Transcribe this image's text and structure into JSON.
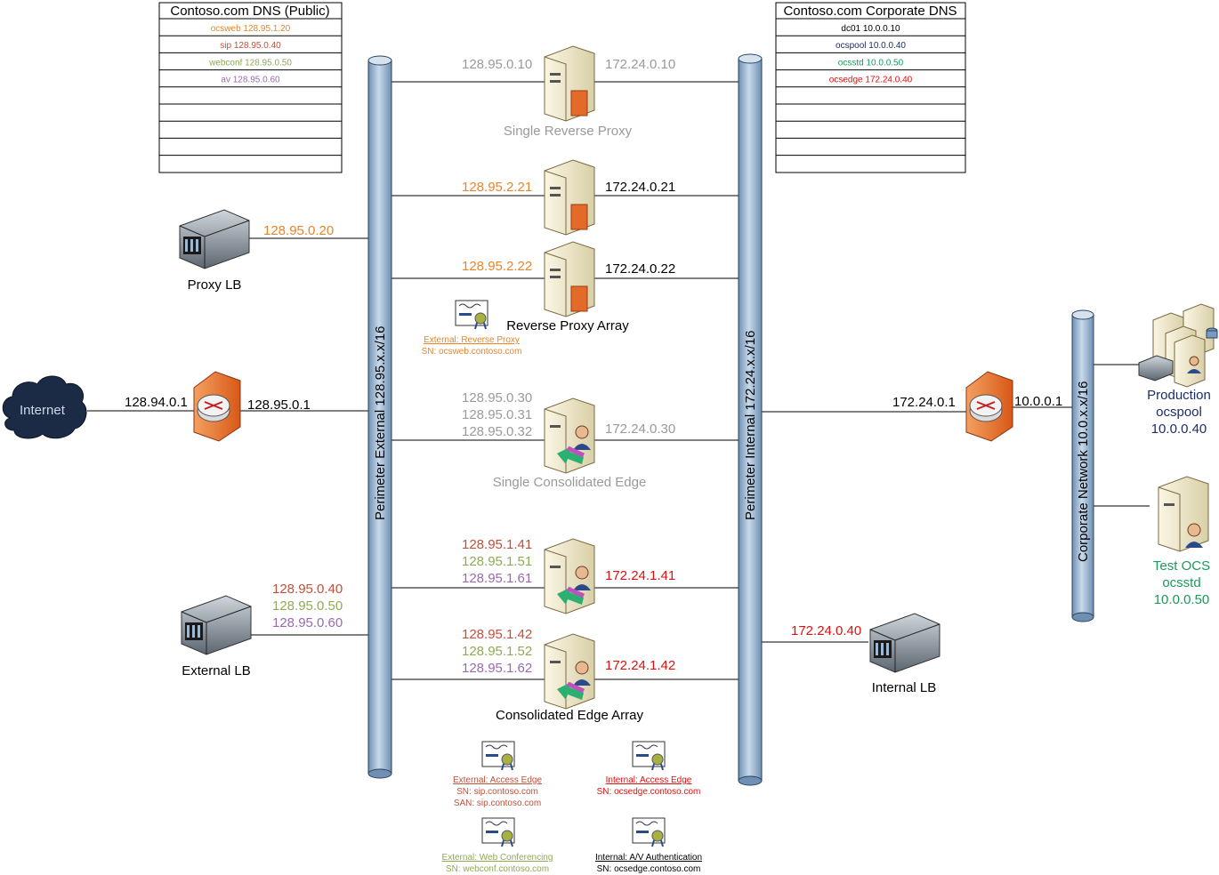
{
  "colors": {
    "gray": "#9a9a9a",
    "orange": "#e8852a",
    "red_brown": "#c0503a",
    "red": "#e01010",
    "olive": "#8faa55",
    "purple": "#9a6aae",
    "navy": "#1c2e66",
    "teal": "#1a9a5a",
    "bus_fill": "#a9c2dc",
    "bus_stroke": "#2a4460"
  },
  "public_dns": {
    "title": "Contoso.com DNS (Public)",
    "rows": [
      {
        "text": "ocsweb 128.95.1.20",
        "color": "#e8852a"
      },
      {
        "text": "sip 128.95.0.40",
        "color": "#c0503a"
      },
      {
        "text": "webconf 128.95.0.50",
        "color": "#8faa55"
      },
      {
        "text": "av 128.95.0.60",
        "color": "#9a6aae"
      },
      {
        "text": "",
        "color": "#000"
      },
      {
        "text": "",
        "color": "#000"
      },
      {
        "text": "",
        "color": "#000"
      },
      {
        "text": "",
        "color": "#000"
      },
      {
        "text": "",
        "color": "#000"
      }
    ]
  },
  "corp_dns": {
    "title": "Contoso.com Corporate DNS",
    "rows": [
      {
        "text": "dc01 10.0.0.10",
        "color": "#000000"
      },
      {
        "text": "ocspool 10.0.0.40",
        "color": "#1c2e66"
      },
      {
        "text": "ocsstd 10.0.0.50",
        "color": "#1a9a5a"
      },
      {
        "text": "ocsedge 172.24.0.40",
        "color": "#e01010"
      },
      {
        "text": "",
        "color": "#000"
      },
      {
        "text": "",
        "color": "#000"
      },
      {
        "text": "",
        "color": "#000"
      },
      {
        "text": "",
        "color": "#000"
      },
      {
        "text": "",
        "color": "#000"
      }
    ]
  },
  "buses": {
    "external": "Perimeter External 128.95.x.x/16",
    "internal": "Perimeter Internal 172.24.x.x/16",
    "corporate": "Corporate Network 10.0.x.x/16"
  },
  "internet": {
    "label": "Internet",
    "ip": "128.94.0.1"
  },
  "edge_router": {
    "ext_ip": "128.95.0.1"
  },
  "corp_router": {
    "left_ip": "172.24.0.1",
    "right_ip": "10.0.0.1"
  },
  "single_reverse_proxy": {
    "label": "Single Reverse Proxy",
    "ext_ip": "128.95.0.10",
    "int_ip": "172.24.0.10"
  },
  "reverse_proxy_array": {
    "label": "Reverse Proxy Array",
    "server1_ext": "128.95.2.21",
    "server1_int": "172.24.0.21",
    "server2_ext": "128.95.2.22",
    "server2_int": "172.24.0.22"
  },
  "proxy_lb": {
    "label": "Proxy LB",
    "ip": "128.95.0.20"
  },
  "single_edge": {
    "label": "Single Consolidated Edge",
    "ext_ip1": "128.95.0.30",
    "ext_ip2": "128.95.0.31",
    "ext_ip3": "128.95.0.32",
    "int_ip": "172.24.0.30"
  },
  "edge_array": {
    "label": "Consolidated Edge Array",
    "s1_ip1": "128.95.1.41",
    "s1_ip2": "128.95.1.51",
    "s1_ip3": "128.95.1.61",
    "s1_int": "172.24.1.41",
    "s2_ip1": "128.95.1.42",
    "s2_ip2": "128.95.1.52",
    "s2_ip3": "128.95.1.62",
    "s2_int": "172.24.1.42"
  },
  "external_lb": {
    "label": "External LB",
    "ip1": "128.95.0.40",
    "ip2": "128.95.0.50",
    "ip3": "128.95.0.60"
  },
  "internal_lb": {
    "label": "Internal LB",
    "ip": "172.24.0.40"
  },
  "production": {
    "line1": "Production",
    "line2": "ocspool",
    "line3": "10.0.0.40"
  },
  "test_ocs": {
    "line1": "Test OCS",
    "line2": "ocsstd",
    "line3": "10.0.0.50"
  },
  "certs": {
    "reverse_proxy": {
      "title": "External: Reverse Proxy",
      "line2": "SN: ocsweb.contoso.com"
    },
    "ext_access": {
      "title": "External: Access Edge",
      "line2": "SN: sip.contoso.com",
      "line3": "SAN: sip.contoso.com"
    },
    "int_access": {
      "title": "Internal: Access Edge",
      "line2": "SN: ocsedge.contoso.com"
    },
    "ext_webconf": {
      "title": "External: Web Conferencing",
      "line2": "SN: webconf.contoso.com"
    },
    "int_av": {
      "title": "Internal: A/V Authentication",
      "line2": "SN: ocsedge.contoso.com"
    }
  }
}
